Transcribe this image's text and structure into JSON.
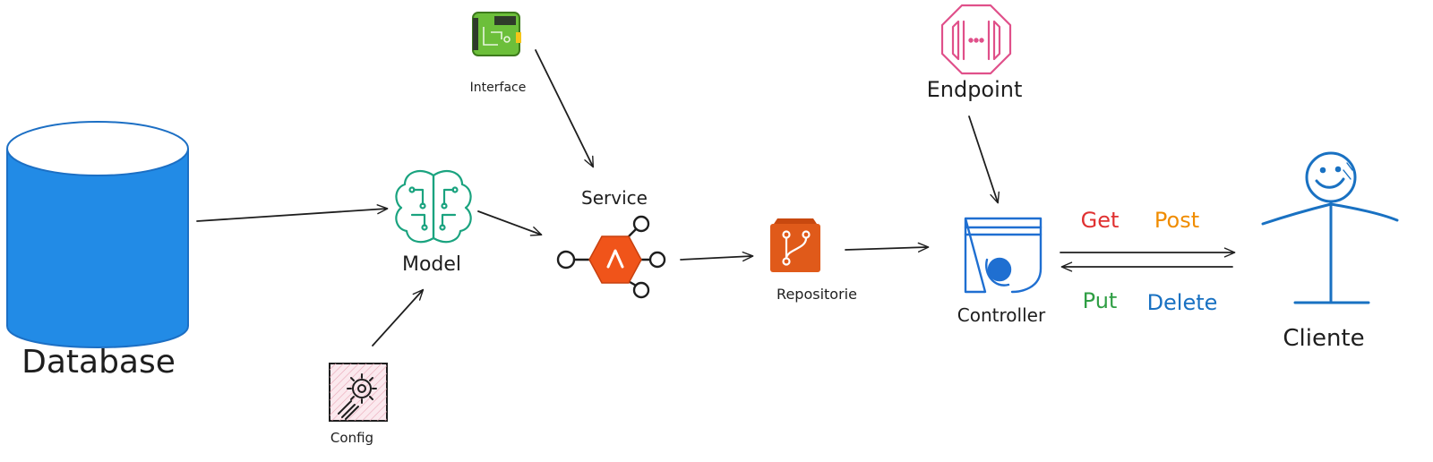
{
  "labels": {
    "database": "Database",
    "model": "Model",
    "config": "Config",
    "interface": "Interface",
    "service": "Service",
    "repository": "Repositorie",
    "endpoint": "Endpoint",
    "controller": "Controller",
    "client": "Cliente"
  },
  "http_methods": {
    "get": "Get",
    "post": "Post",
    "put": "Put",
    "delete": "Delete"
  },
  "colors": {
    "database": "#228be6",
    "model_icon": "#1aa37f",
    "interface_icon": "#6cbf3a",
    "service_icon": "#f0541a",
    "repository_icon": "#e05a1a",
    "endpoint_icon": "#e0508a",
    "controller_icon": "#1f6fd1",
    "client": "#1971c2",
    "get": "#e03131",
    "post": "#f08c00",
    "put": "#2f9e44",
    "delete": "#1971c2",
    "stroke": "#1e1e1e"
  },
  "icons": {
    "database": "database-cylinder-icon",
    "model": "brain-circuit-icon",
    "config": "gear-config-icon",
    "interface": "circuit-board-icon",
    "service": "lambda-hub-icon",
    "repository": "git-branch-repository-icon",
    "endpoint": "endpoint-octagon-icon",
    "controller": "browser-window-icon",
    "client": "stick-figure-icon"
  }
}
